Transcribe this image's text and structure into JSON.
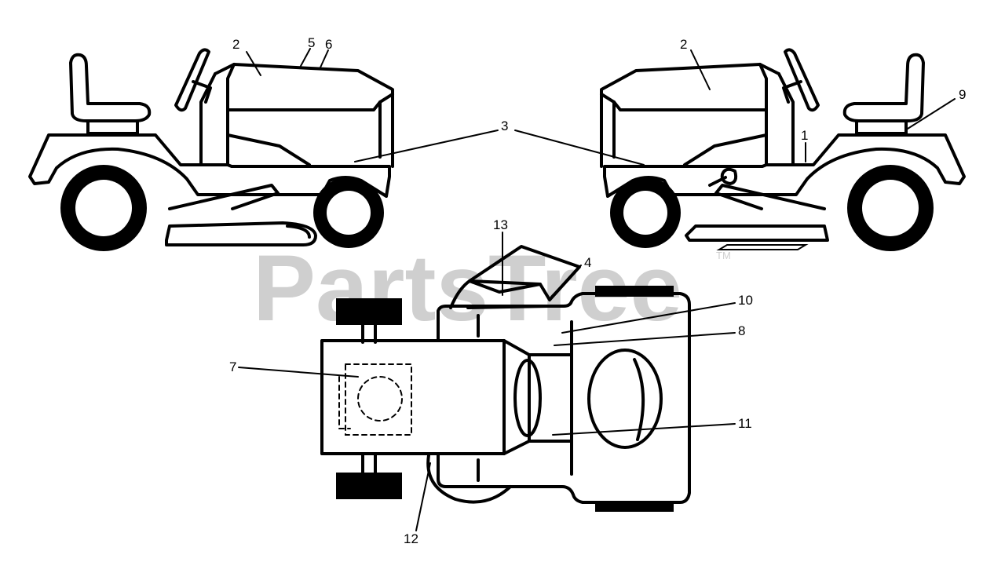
{
  "watermark": {
    "text": "PartsTree",
    "trademark": "TM"
  },
  "callouts": {
    "c1": "1",
    "c2a": "2",
    "c2b": "2",
    "c3": "3",
    "c4": "4",
    "c5": "5",
    "c6": "6",
    "c7": "7",
    "c8": "8",
    "c9": "9",
    "c10": "10",
    "c11": "11",
    "c12": "12",
    "c13": "13"
  },
  "colors": {
    "line": "#000000",
    "background": "#ffffff",
    "watermark": "#cfcfcf"
  }
}
